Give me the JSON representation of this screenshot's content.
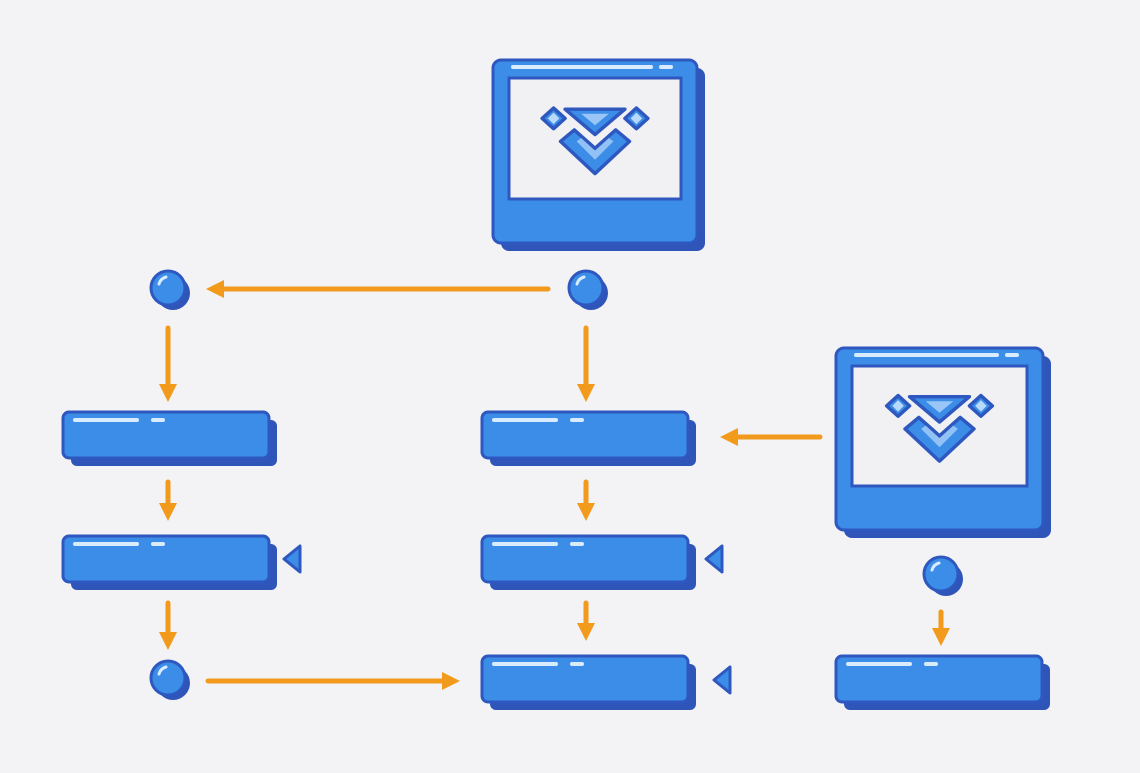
{
  "colors": {
    "background": "#f3f3f5",
    "blue_fill": "#3b8de8",
    "blue_shadow": "#2f55b8",
    "blue_outline": "#2e58bf",
    "screen_fill": "#f1f1f3",
    "highlight": "#d9ecff",
    "arrow": "#f29a1c"
  },
  "icons": {
    "monitor": "monitor-icon",
    "logo": "chevron-diamond-logo-icon",
    "node": "circle-node-icon",
    "bar": "process-bar-icon",
    "marker": "triangle-marker-icon"
  },
  "diagram": {
    "monitors": [
      {
        "id": "monitor-top"
      },
      {
        "id": "monitor-right"
      }
    ],
    "nodes": [
      {
        "id": "node-top-left"
      },
      {
        "id": "node-top-center"
      },
      {
        "id": "node-bottom-left"
      },
      {
        "id": "node-right"
      }
    ],
    "bars": [
      {
        "id": "bar-left-1"
      },
      {
        "id": "bar-left-2",
        "marker": true
      },
      {
        "id": "bar-center-1"
      },
      {
        "id": "bar-center-2",
        "marker": true
      },
      {
        "id": "bar-center-3",
        "marker": true
      },
      {
        "id": "bar-right-1"
      }
    ],
    "arrows": [
      {
        "id": "arrow-center-to-left"
      },
      {
        "id": "arrow-node-left-to-bar-left-1"
      },
      {
        "id": "arrow-bar-left-1-to-bar-left-2"
      },
      {
        "id": "arrow-bar-left-2-to-node-bottom-left"
      },
      {
        "id": "arrow-node-bottom-left-to-bar-center-3"
      },
      {
        "id": "arrow-node-center-to-bar-center-1"
      },
      {
        "id": "arrow-bar-center-1-to-bar-center-2"
      },
      {
        "id": "arrow-bar-center-2-to-bar-center-3"
      },
      {
        "id": "arrow-monitor-right-to-bar-center-1"
      },
      {
        "id": "arrow-node-right-to-bar-right-1"
      }
    ]
  }
}
